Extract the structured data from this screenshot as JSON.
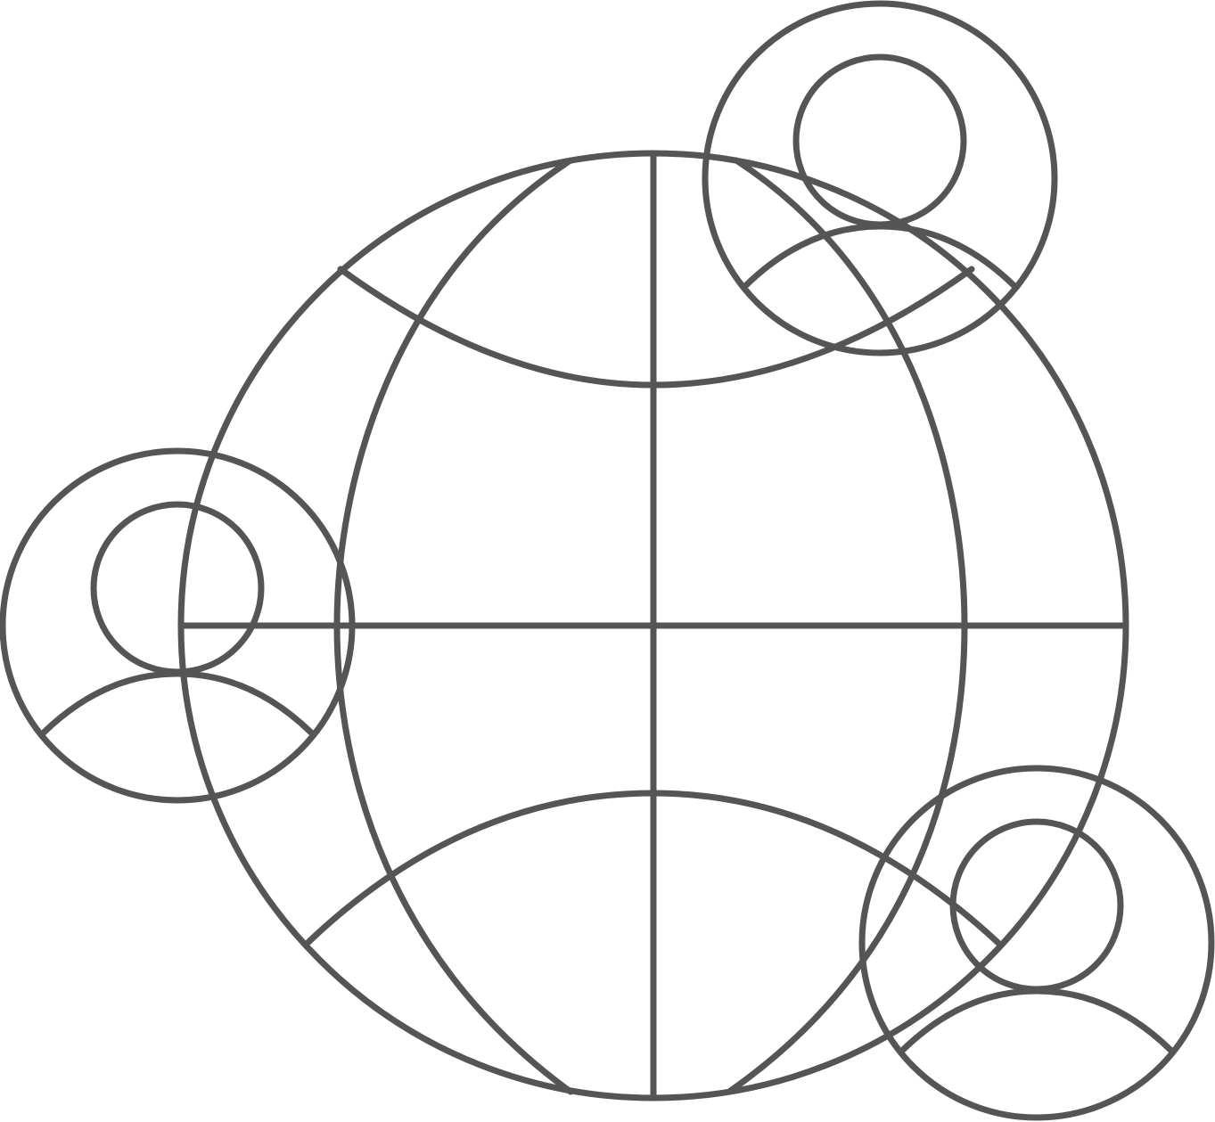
{
  "illustration": {
    "type": "global-network-icon",
    "stroke_color": "#555555",
    "background_color": "#ffffff",
    "avatar_fill": "#fcfcfc",
    "globe": {
      "icon": "globe-icon"
    },
    "avatars": [
      {
        "id": "avatar-top-right",
        "icon": "user-icon"
      },
      {
        "id": "avatar-left",
        "icon": "user-icon"
      },
      {
        "id": "avatar-bottom-right",
        "icon": "user-icon"
      }
    ]
  }
}
